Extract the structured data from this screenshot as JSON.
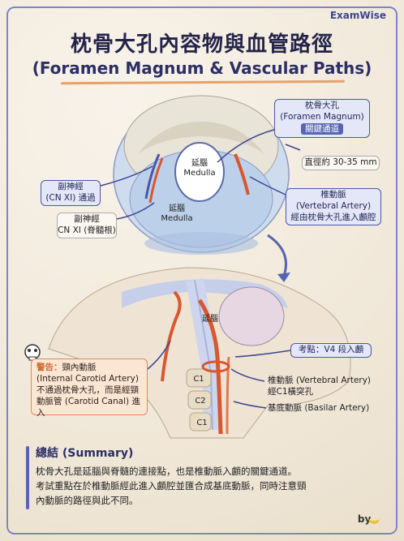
{
  "brand": "ExamWise",
  "title_zh": "枕骨大孔內容物與血管路徑",
  "title_en": "(Foramen Magnum & Vascular Paths)",
  "top_labels": {
    "foramen_box": {
      "line1": "枕骨大孔",
      "line2": "(Foramen Magnum)",
      "tag": "關鍵通道"
    },
    "diameter": "直徑約 30-35 mm",
    "accessory_box": {
      "line1": "副神經",
      "line2": "(CN XI) 通過"
    },
    "spinal_root_box": {
      "line1": "副神經",
      "line2": "CN XI (脊髓根)"
    },
    "vertebral_box": {
      "line1": "椎動脈",
      "line2": "(Vertebral Artery)",
      "line3": "經由枕骨大孔進入顱腔"
    },
    "medulla_center": {
      "line1": "延腦",
      "line2": "Medulla"
    },
    "medulla_lower": {
      "line1": "延腦",
      "line2": "Medulla"
    }
  },
  "bottom_labels": {
    "medulla_small": "延腦",
    "exam_point": "考點：V4 段入顱",
    "vertebral_side": {
      "line1": "椎動脈 (Vertebral Artery)",
      "line2": "經C1橫突孔"
    },
    "basilar": "基底動脈 (Basilar Artery)",
    "vertebrae": [
      "C1",
      "C2",
      "C1"
    ],
    "warning_box": {
      "label": "警告：",
      "line1": "頸內動脈",
      "line2": "(Internal Carotid Artery)",
      "line3": "不通過枕骨大孔，而是經頸",
      "line4": "動脈管 (Carotid Canal) 進入"
    }
  },
  "summary": {
    "title": "總結 (Summary)",
    "line1": "枕骨大孔是延腦與脊髓的連接點，也是椎動脈入顱的關鍵通道。",
    "line2": "考試重點在於椎動脈經此進入顱腔並匯合成基底動脈，同時注意頸",
    "line3": "內動脈的路徑與此不同。"
  },
  "signature": "by",
  "colors": {
    "accent": "#5664b3",
    "warning": "#e08a55",
    "artery": "#d9572e"
  }
}
